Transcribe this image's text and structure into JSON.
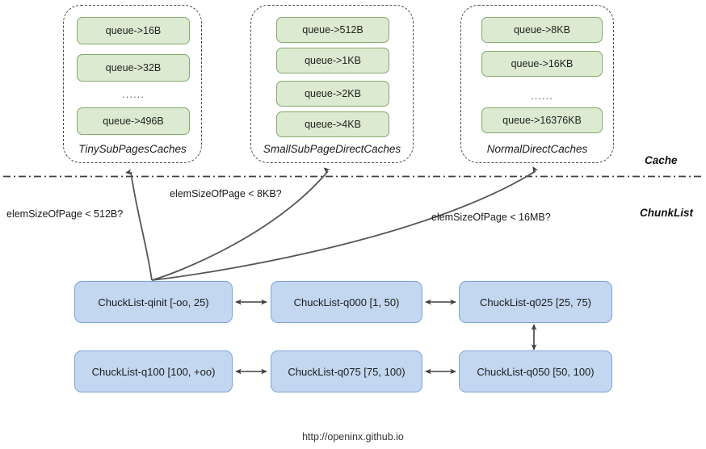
{
  "diagram": {
    "footer_url": "http://openinx.github.io",
    "section_labels": {
      "cache": "Cache",
      "chunklist": "ChunkList"
    },
    "ellipsis": "......"
  },
  "cache_groups": [
    {
      "title": "TinySubPagesCaches",
      "queues": [
        "queue->16B",
        "queue->32B",
        "queue->496B"
      ],
      "has_ellipsis": true
    },
    {
      "title": "SmallSubPageDirectCaches",
      "queues": [
        "queue->512B",
        "queue->1KB",
        "queue->2KB",
        "queue->4KB"
      ],
      "has_ellipsis": false
    },
    {
      "title": "NormalDirectCaches",
      "queues": [
        "queue->8KB",
        "queue->16KB",
        "queue->16376KB"
      ],
      "has_ellipsis": true
    }
  ],
  "edge_labels": [
    "elemSizeOfPage < 512B?",
    "elemSizeOfPage < 8KB?",
    "elemSizeOfPage < 16MB?"
  ],
  "chunk_lists": {
    "row1": [
      "ChuckList-qinit [-oo, 25)",
      "ChuckList-q000 [1, 50)",
      "ChuckList-q025 [25, 75)"
    ],
    "row2": [
      "ChuckList-q100 [100, +oo)",
      "ChuckList-q075 [75, 100)",
      "ChuckList-q050 [50, 100)"
    ]
  },
  "colors": {
    "queue_fill": "#dbead0",
    "queue_border": "#84a96e",
    "chunk_fill": "#c3d7f0",
    "chunk_border": "#7ba5d6",
    "line": "#4a4a4a"
  }
}
